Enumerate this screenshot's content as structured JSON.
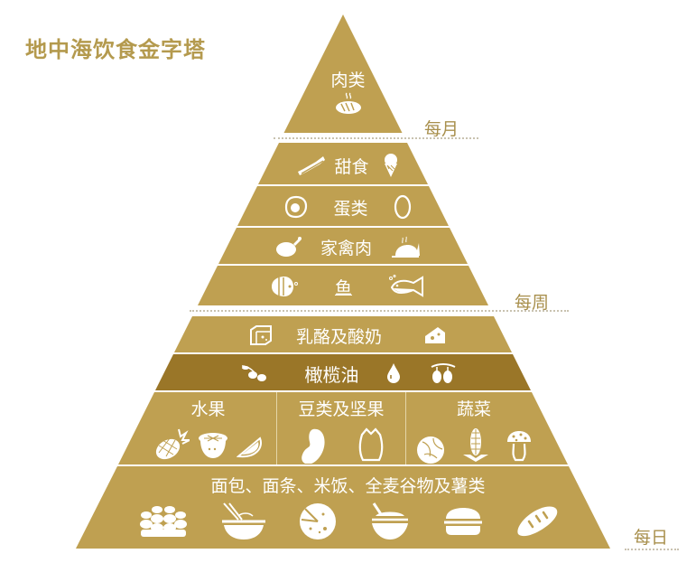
{
  "title": "地中海饮食金字塔",
  "colors": {
    "tier": "#bfa051",
    "olive_oil_tier": "#9a7628",
    "text_on_tier": "#ffffff",
    "title": "#b49a4e",
    "frequency": "#a88f4c"
  },
  "frequencies": {
    "monthly": "每月",
    "weekly": "每周",
    "daily": "每日"
  },
  "tiers": {
    "meat": {
      "label": "肉类",
      "icons": [
        "steak-icon"
      ]
    },
    "sweets": {
      "label": "甜食",
      "icons": [
        "candy-icon",
        "ice-cream-icon"
      ]
    },
    "eggs": {
      "label": "蛋类",
      "icons": [
        "fried-egg-icon",
        "egg-icon"
      ]
    },
    "poultry": {
      "label": "家禽肉",
      "icons": [
        "chicken-icon",
        "roast-chicken-icon"
      ]
    },
    "fish": {
      "label": "鱼",
      "icons": [
        "tropical-fish-icon",
        "fish-icon"
      ]
    },
    "dairy": {
      "label": "乳酪及酸奶",
      "icons": [
        "milk-carton-icon",
        "cheese-icon"
      ]
    },
    "olive_oil": {
      "label": "橄榄油",
      "icons": [
        "olive-branch-icon",
        "oil-drop-icon",
        "olive-icon"
      ]
    },
    "fruit": {
      "label": "水果",
      "icons": [
        "pineapple-icon",
        "passion-fruit-icon",
        "melon-slice-icon"
      ]
    },
    "legumes_nuts": {
      "label": "豆类及坚果",
      "icons": [
        "bean-icon",
        "nut-icon"
      ]
    },
    "vegetables": {
      "label": "蔬菜",
      "icons": [
        "cabbage-icon",
        "corn-icon",
        "mushroom-icon"
      ]
    },
    "grains": {
      "label": "面包、面条、米饭、全麦谷物及薯类",
      "icons": [
        "wheat-icon",
        "noodle-bowl-icon",
        "pizza-icon",
        "rice-bowl-icon",
        "burger-icon",
        "bread-icon"
      ]
    }
  }
}
